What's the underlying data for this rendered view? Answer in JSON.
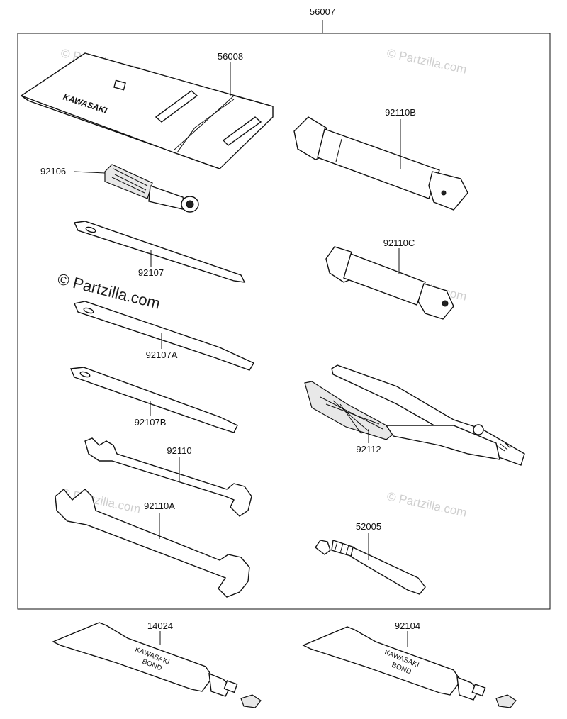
{
  "assembly_label": "56007",
  "parts": {
    "bag": "56008",
    "handle": "92106",
    "screwdriver_1": "92107",
    "screwdriver_2": "92107A",
    "screwdriver_3": "92107B",
    "wrench_1": "92110",
    "wrench_2": "92110A",
    "plug_wrench_1": "92110B",
    "plug_wrench_2": "92110C",
    "pliers": "92112",
    "gauge": "52005",
    "bond_tube_1": "14024",
    "bond_tube_2": "92104"
  },
  "bag_brand": "KAWASAKI",
  "tube_text": {
    "line1": "KAWASAKI",
    "line2": "BOND"
  },
  "watermark": {
    "primary": "© Partzilla.com",
    "faint": "© Partzilla.com"
  }
}
